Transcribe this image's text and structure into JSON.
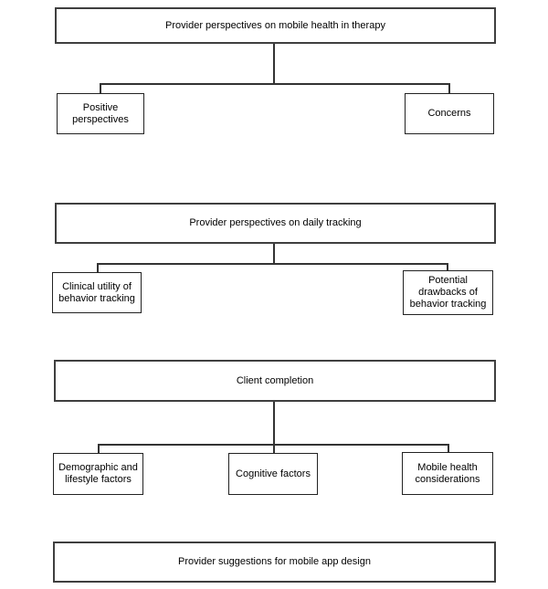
{
  "diagram": {
    "type": "tree-theme-map",
    "colors": {
      "background": "#ffffff",
      "parent_box_border": "#3f3f3f",
      "child_box_border": "#222222",
      "connector_line": "#333333",
      "text": "#000000"
    },
    "sections": [
      {
        "parent": "Provider perspectives on mobile health in therapy",
        "children": [
          "Positive perspectives",
          "Concerns"
        ]
      },
      {
        "parent": "Provider perspectives on daily tracking",
        "children": [
          "Clinical utility of behavior tracking",
          "Potential drawbacks of behavior tracking"
        ]
      },
      {
        "parent": "Client completion",
        "children": [
          "Demographic and lifestyle factors",
          "Cognitive factors",
          "Mobile health considerations"
        ]
      },
      {
        "parent": "Provider suggestions for mobile app design",
        "children": []
      }
    ]
  }
}
